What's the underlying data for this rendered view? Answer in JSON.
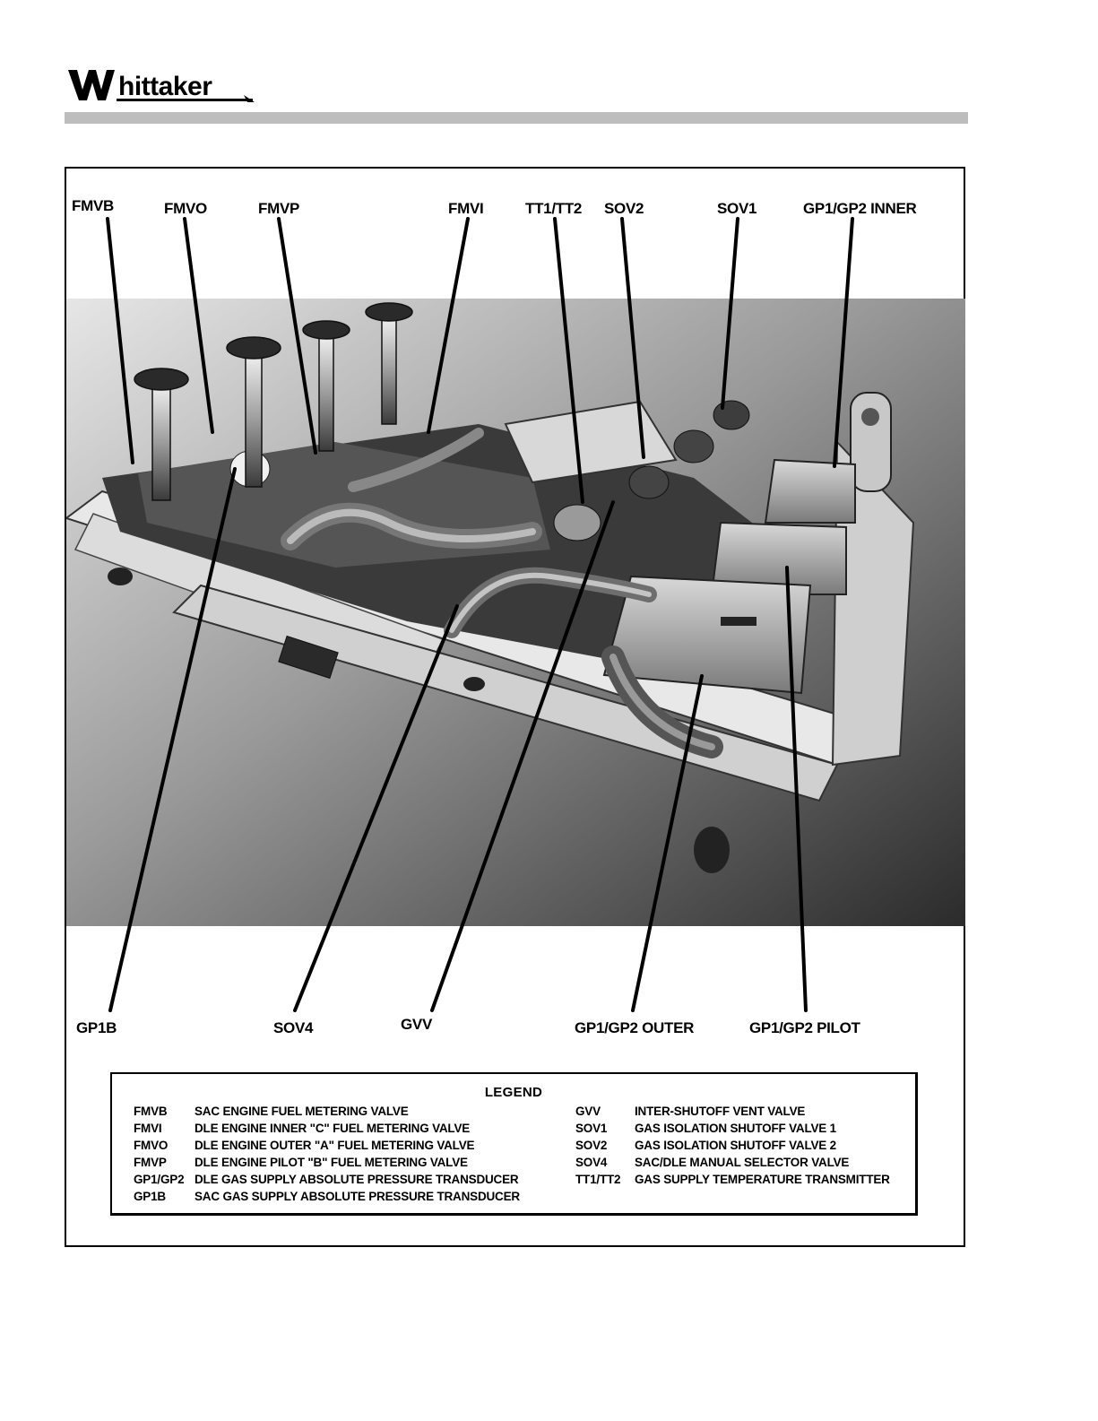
{
  "header": {
    "logo_text": "Whittaker"
  },
  "figure": {
    "callouts_top": [
      {
        "id": "fmvb",
        "label": "FMVB"
      },
      {
        "id": "fmvo",
        "label": "FMVO"
      },
      {
        "id": "fmvp",
        "label": "FMVP"
      },
      {
        "id": "fmvi",
        "label": "FMVI"
      },
      {
        "id": "tt1-tt2",
        "label": "TT1/TT2"
      },
      {
        "id": "sov2",
        "label": "SOV2"
      },
      {
        "id": "sov1",
        "label": "SOV1"
      },
      {
        "id": "gp-inner",
        "label": "GP1/GP2 INNER"
      }
    ],
    "callouts_bottom": [
      {
        "id": "gp1b",
        "label": "GP1B"
      },
      {
        "id": "sov4",
        "label": "SOV4"
      },
      {
        "id": "gvv",
        "label": "GVV"
      },
      {
        "id": "gp-outer",
        "label": "GP1/GP2 OUTER"
      },
      {
        "id": "gp-pilot",
        "label": "GP1/GP2 PILOT"
      }
    ]
  },
  "legend": {
    "title": "LEGEND",
    "left": [
      {
        "code": "FMVB",
        "desc": "SAC ENGINE FUEL METERING VALVE"
      },
      {
        "code": "FMVI",
        "desc": "DLE ENGINE INNER \"C\" FUEL METERING VALVE"
      },
      {
        "code": "FMVO",
        "desc": "DLE ENGINE OUTER \"A\" FUEL METERING VALVE"
      },
      {
        "code": "FMVP",
        "desc": "DLE ENGINE PILOT \"B\" FUEL METERING VALVE"
      },
      {
        "code": "GP1/GP2",
        "desc": "DLE GAS SUPPLY ABSOLUTE PRESSURE TRANSDUCER"
      },
      {
        "code": "GP1B",
        "desc": "SAC GAS SUPPLY ABSOLUTE PRESSURE TRANSDUCER"
      }
    ],
    "right": [
      {
        "code": "GVV",
        "desc": "INTER-SHUTOFF VENT VALVE"
      },
      {
        "code": "SOV1",
        "desc": "GAS ISOLATION SHUTOFF VALVE 1"
      },
      {
        "code": "SOV2",
        "desc": "GAS ISOLATION SHUTOFF VALVE 2"
      },
      {
        "code": "SOV4",
        "desc": "SAC/DLE MANUAL SELECTOR VALVE"
      },
      {
        "code": "TT1/TT2",
        "desc": "GAS SUPPLY TEMPERATURE TRANSMITTER"
      }
    ]
  }
}
